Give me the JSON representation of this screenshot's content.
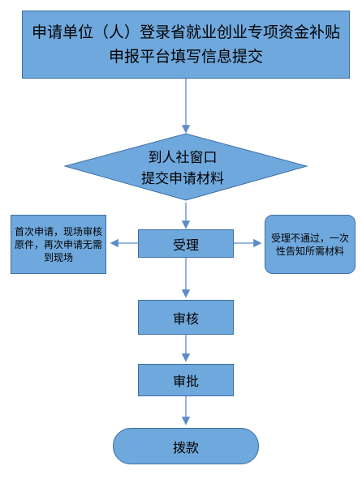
{
  "title": "申请单位（人）登录省就业创业专项资金补贴申报平台填写信息提交",
  "decision": {
    "line1": "到人社窗口",
    "line2": "提交申请材料"
  },
  "steps": {
    "accept": "受理",
    "review": "审核",
    "approve": "审批",
    "disburse": "拨款"
  },
  "left_note": "首次申请，现场审核原件，再次申请无需到现场",
  "right_note": "受理不通过，一次性告知所需材料",
  "colors": {
    "fill": "#6fa8dc",
    "stroke": "#3d6ea5",
    "arrow": "#5b8cc7"
  }
}
